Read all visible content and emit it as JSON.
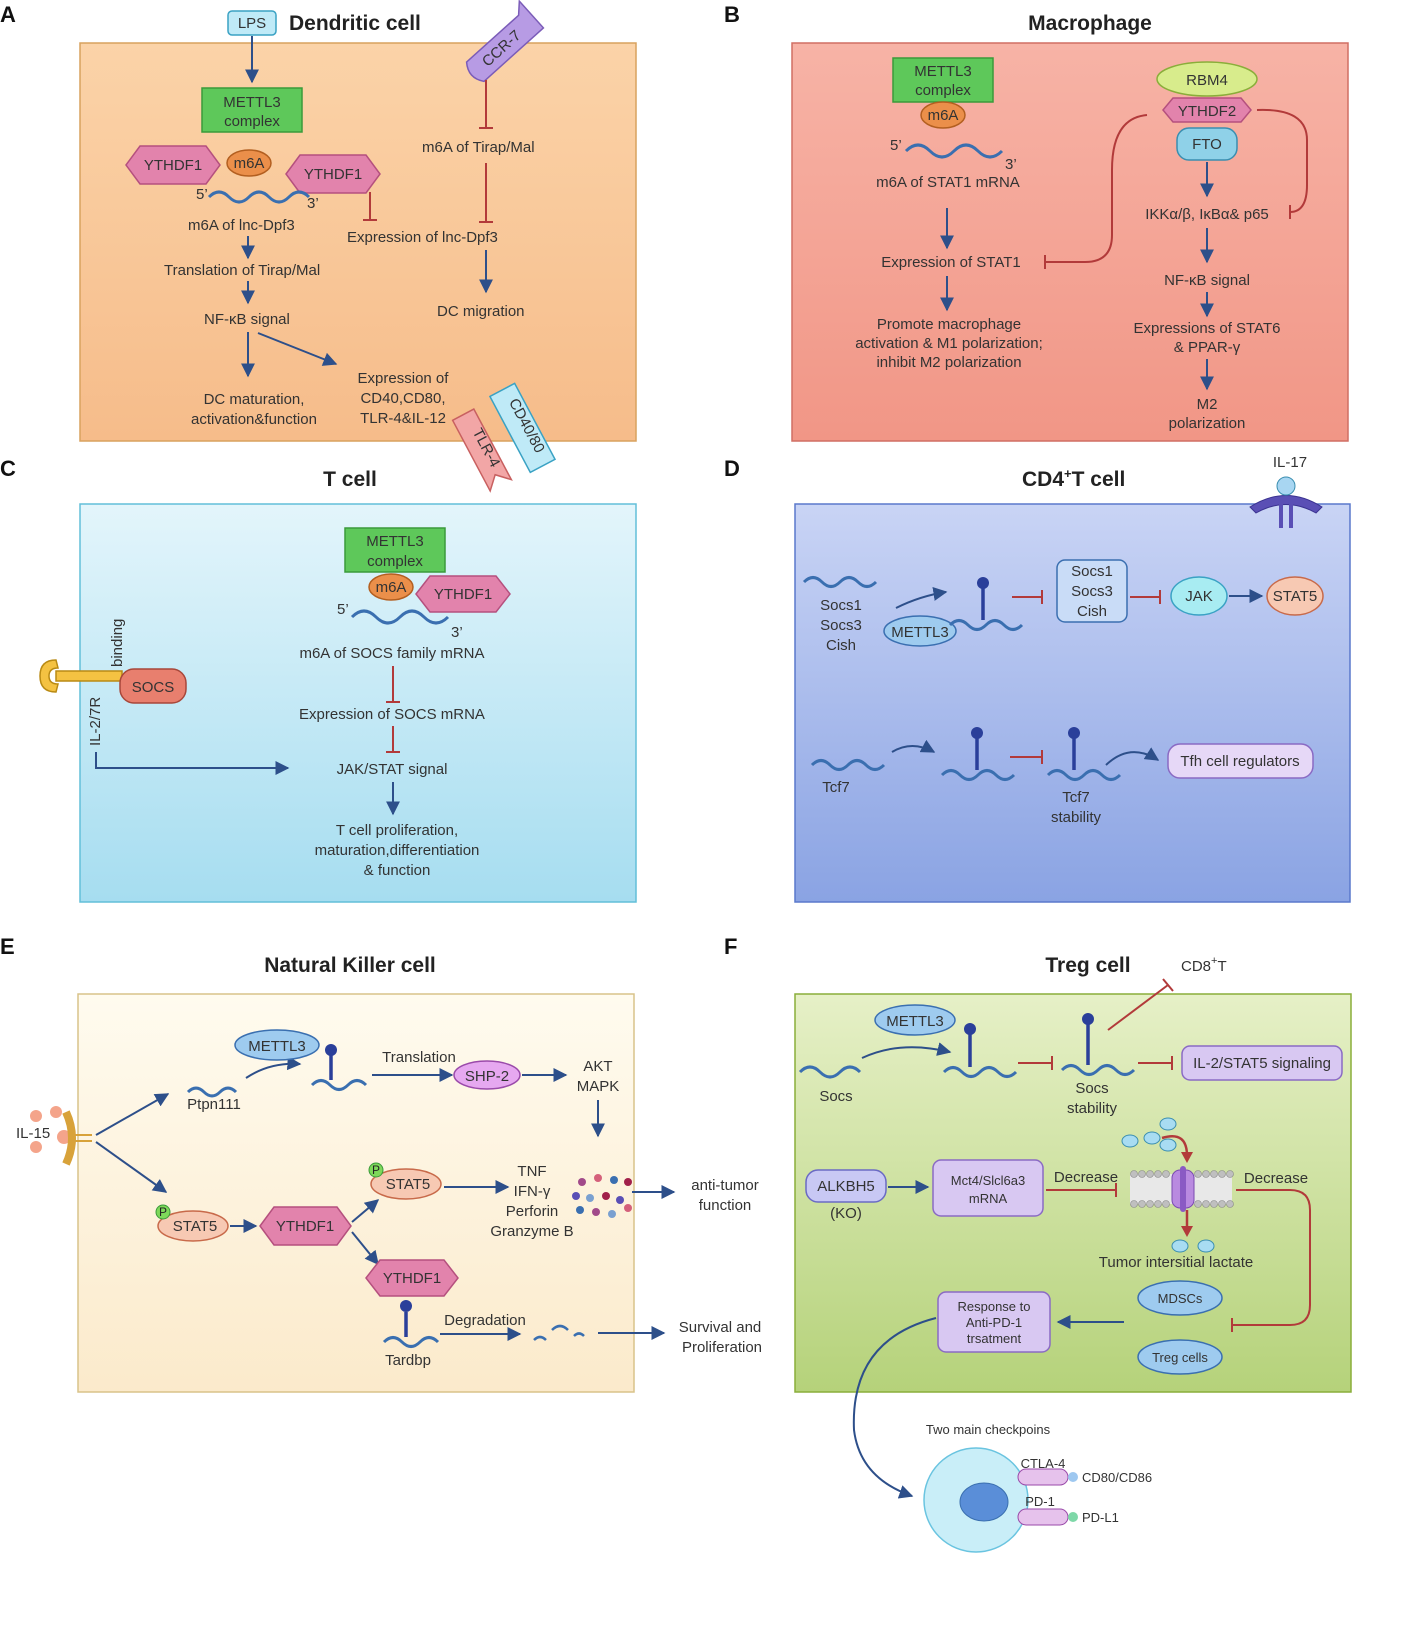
{
  "panels": {
    "A": {
      "label": "A",
      "title": "Dendritic cell"
    },
    "B": {
      "label": "B",
      "title": "Macrophage"
    },
    "C": {
      "label": "C",
      "title": "T cell"
    },
    "D": {
      "label": "D",
      "title_main": "CD4",
      "title_sup": "+",
      "title_rest": "T cell"
    },
    "E": {
      "label": "E",
      "title": "Natural Killer cell"
    },
    "F": {
      "label": "F",
      "title": "Treg cell"
    }
  },
  "a": {
    "lps": "LPS",
    "mettl3_1": "METTL3",
    "mettl3_2": "complex",
    "ythdf1_left": "YTHDF1",
    "m6a": "m6A",
    "ythdf1_right": "YTHDF1",
    "five": "5’",
    "three": "3’",
    "m6a_lnc": "m6A  of  lnc-Dpf3",
    "translation": "Translation of Tirap/Mal",
    "nfkb": "NF-κB signal",
    "dc_mat_1": "DC maturation,",
    "dc_mat_2": "activation&function",
    "expr_1": "Expression of",
    "expr_2": "CD40,CD80,",
    "expr_3": "TLR-4&IL-12",
    "ccr7": "CCR-7",
    "m6a_tirap": "m6A of Tirap/Mal",
    "expr_lnc": "Expression of lnc-Dpf3",
    "dc_mig": "DC migration",
    "tlr4": "TLR-4",
    "cd4080": "CD40/80"
  },
  "b": {
    "mettl3_1": "METTL3",
    "mettl3_2": "complex",
    "m6a": "m6A",
    "five": "5’",
    "three": "3’",
    "m6a_stat1": "m6A  of  STAT1 mRNA",
    "expr_stat1": "Expression of STAT1",
    "promote_1": "Promote macrophage",
    "promote_2": "activation & M1 polarization;",
    "promote_3": "inhibit M2 polarization",
    "rbm4": "RBM4",
    "ythdf2": "YTHDF2",
    "fto": "FTO",
    "ikk": "IKKα/β,  IκBα& p65",
    "nfkb": "NF-κB signal",
    "stat6_1": "Expressions of STAT6",
    "stat6_2": "& PPAR-γ",
    "m2_1": "M2",
    "m2_2": "polarization"
  },
  "c": {
    "mettl3_1": "METTL3",
    "mettl3_2": "complex",
    "m6a": "m6A",
    "ythdf1": "YTHDF1",
    "five": "5’",
    "three": "3’",
    "m6a_socs": "m6A  of SOCS family  mRNA",
    "expr_socs": "Expression of SOCS mRNA",
    "jakstat": "JAK/STAT signal",
    "prolif_1": "T cell proliferation,",
    "prolif_2": "maturation,differentiation",
    "prolif_3": "& function",
    "binding": "binding",
    "socs": "SOCS",
    "il27r": "IL-2/7R"
  },
  "d": {
    "il17": "IL-17",
    "socs1": "Socs1",
    "socs3": "Socs3",
    "cish": "Cish",
    "mettl3": "METTL3",
    "box_1": "Socs1",
    "box_2": "Socs3",
    "box_3": "Cish",
    "jak": "JAK",
    "stat5": "STAT5",
    "tcf7": "Tcf7",
    "tcf7_stab_1": "Tcf7",
    "tcf7_stab_2": "stability",
    "tfh": "Tfh cell regulators"
  },
  "e": {
    "il15": "IL-15",
    "mettl3": "METTL3",
    "ptpn": "Ptpn111",
    "translation": "Translation",
    "shp2": "SHP-2",
    "akt": "AKT",
    "mapk": "MAPK",
    "p": "P",
    "stat5": "STAT5",
    "ythdf1": "YTHDF1",
    "stat5b": "STAT5",
    "tnf": "TNF",
    "ifn": "IFN-γ",
    "perforin": "Perforin",
    "granzyme": "Granzyme B",
    "antitumor_1": "anti-tumor",
    "antitumor_2": "function",
    "ythdf1b": "YTHDF1",
    "tardbp": "Tardbp",
    "degradation": "Degradation",
    "survival_1": "Survival and",
    "survival_2": "Proliferation"
  },
  "f": {
    "cd8": "CD8",
    "cd8_sup": "+",
    "cd8_t": "T",
    "mettl3": "METTL3",
    "socs": "Socs",
    "socs_stab_1": "Socs",
    "socs_stab_2": "stability",
    "il2stat5": "IL-2/STAT5 signaling",
    "alkbh5": "ALKBH5",
    "ko": "(KO)",
    "mct_1": "Mct4/Slcl6a3",
    "mct_2": "mRNA",
    "decrease_1": "Decrease",
    "decrease_2": "Decrease",
    "lactate": "Tumor intersitial lactate",
    "mdscs": "MDSCs",
    "treg": "Treg cells",
    "resp_1": "Response to",
    "resp_2": "Anti-PD-1",
    "resp_3": "trsatment",
    "checkpoints": "Two main checkpoins",
    "ctla4": "CTLA-4",
    "cd80": "CD80/CD86",
    "pd1": "PD-1",
    "pdl1": "PD-L1"
  },
  "colors": {
    "panel_a": "#f9c99a",
    "panel_b": "#f4a89a",
    "panel_c": "#bfe7f4",
    "panel_d": "#9fb4ea",
    "panel_e": "#fdf2d8",
    "panel_f": "#c8de96",
    "mettl3_box": "#5ec85a",
    "ythdf": "#e283ac",
    "m6a": "#eb8f4a",
    "arrow": "#2d4f8a",
    "inhibit": "#b23a3a"
  }
}
